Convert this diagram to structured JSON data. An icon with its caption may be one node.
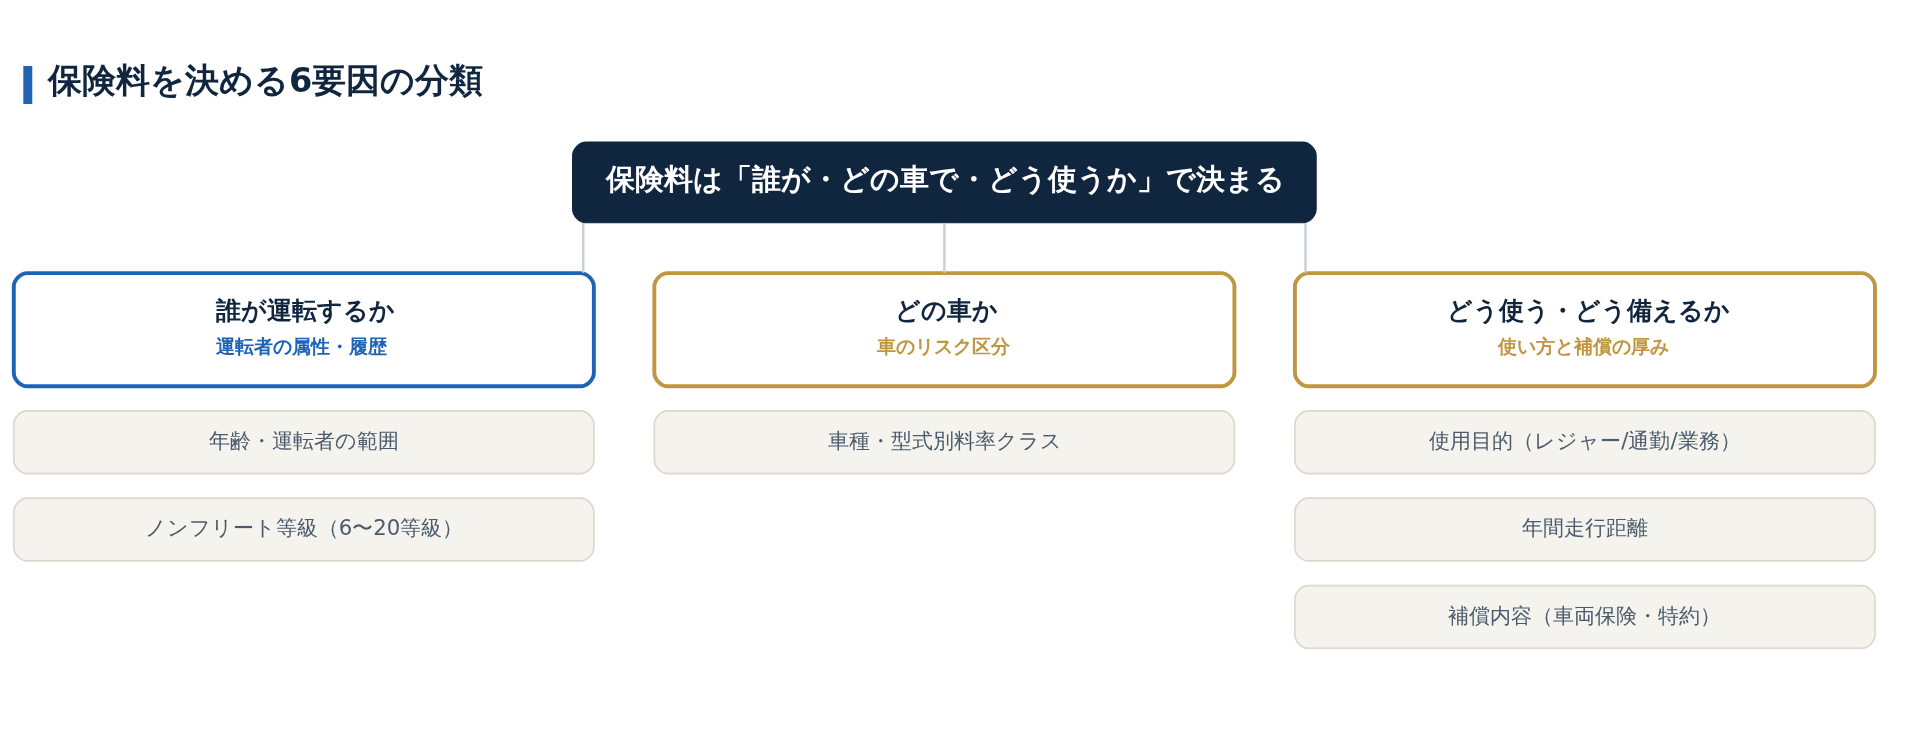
{
  "diagram": {
    "title": "保険料を決める6要因の分類",
    "nodes": [
      {
        "text": [
          "保険料は「誰が・どの車で・どう使うか」で決まる"
        ]
      },
      {
        "text": [
          "誰が運転するか",
          "運転者の属性・履歴"
        ]
      },
      {
        "text": [
          "どの車か",
          "車のリスク区分"
        ]
      },
      {
        "text": [
          "どう使う・どう備えるか",
          "使い方と補償の厚み"
        ]
      },
      {
        "text": [
          "年齢・運転者の範囲"
        ]
      },
      {
        "text": [
          "車種・型式別料率クラス"
        ]
      },
      {
        "text": [
          "使用目的（レジャー/通勤/業務）"
        ]
      },
      {
        "text": [
          "ノンフリート等級（6〜20等級）"
        ]
      },
      {
        "text": [
          "年間走行距離"
        ]
      },
      {
        "text": [
          "補償内容（車両保険・特約）"
        ]
      }
    ],
    "edges": [
      {
        "from": 0,
        "to": 1,
        "arrow": "none"
      },
      {
        "from": 0,
        "to": 2,
        "arrow": "none"
      },
      {
        "from": 0,
        "to": 3,
        "arrow": "none"
      }
    ]
  }
}
